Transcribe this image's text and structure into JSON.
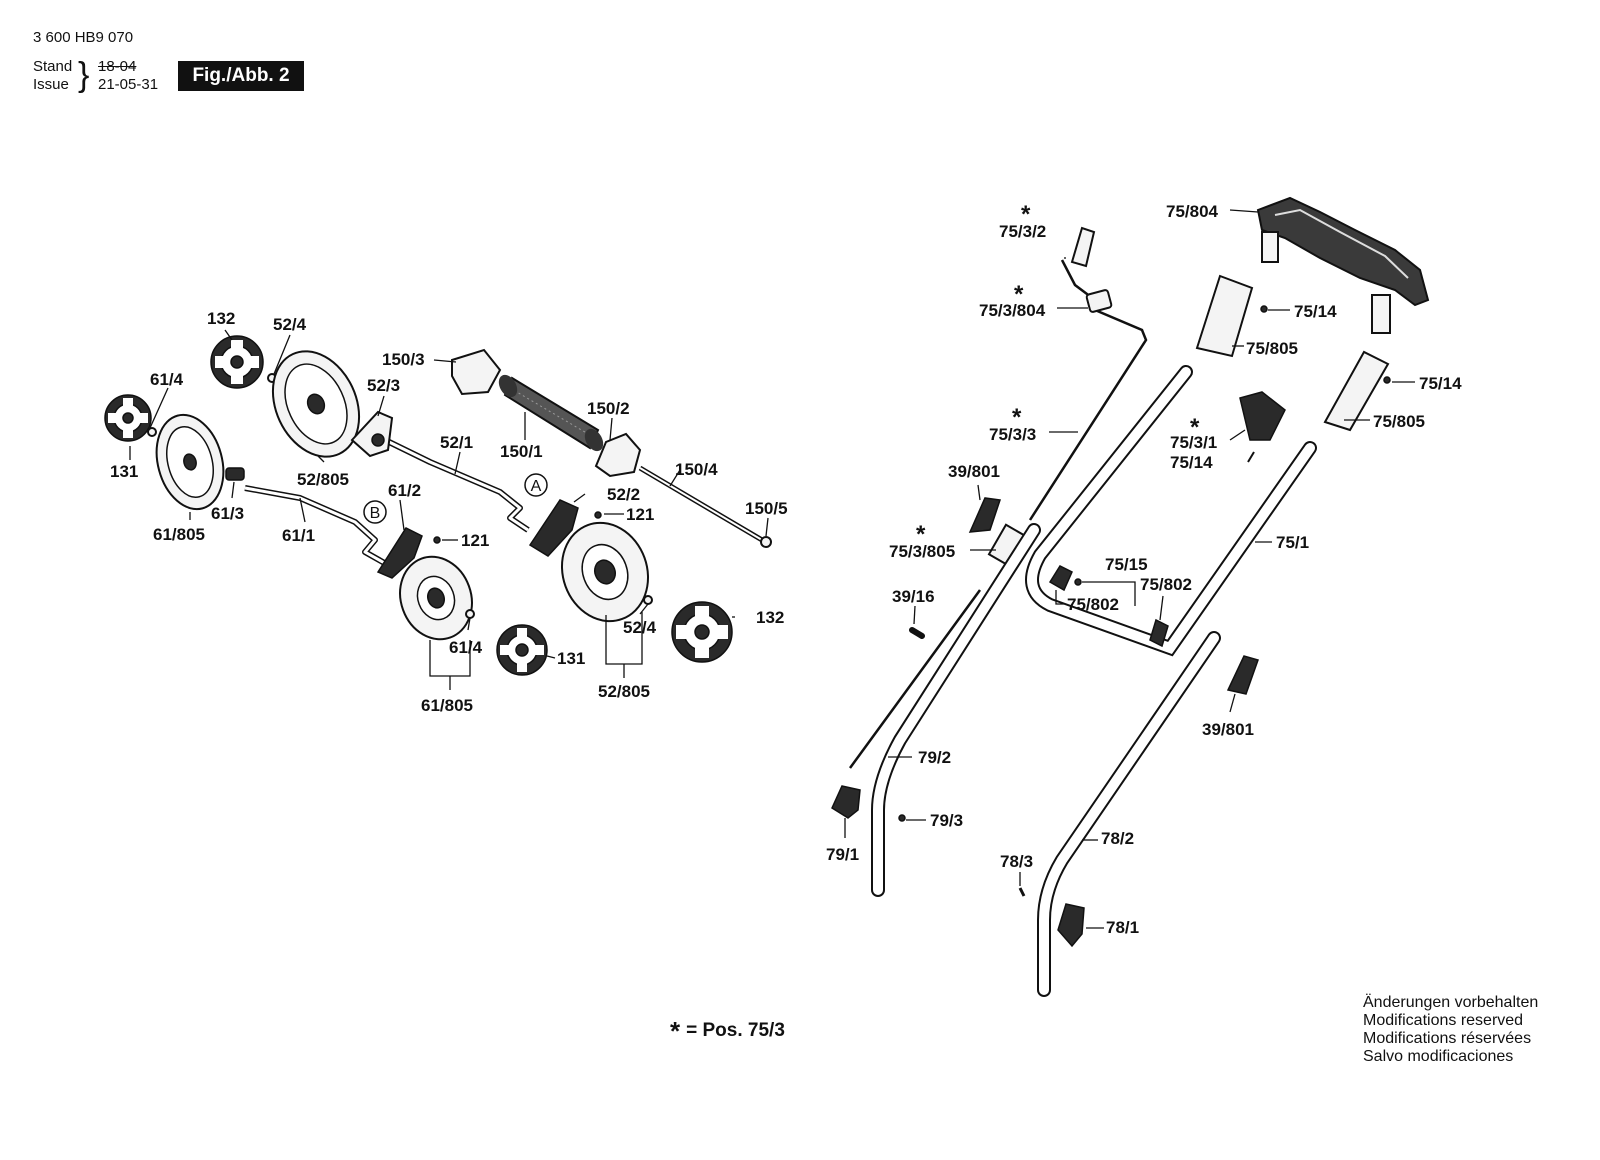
{
  "header": {
    "doc_number": "3 600 HB9 070",
    "stand_label": "Stand",
    "issue_label": "Issue",
    "old_date": "18-04",
    "issue_date": "21-05-31",
    "figure_label": "Fig./Abb. 2"
  },
  "callouts": {
    "c_132_top": "132",
    "c_52_4_top": "52/4",
    "c_61_4_left": "61/4",
    "c_131_left": "131",
    "c_61_805_left": "61/805",
    "c_61_3": "61/3",
    "c_52_805_top": "52/805",
    "c_52_3": "52/3",
    "c_150_3": "150/3",
    "c_150_1": "150/1",
    "c_150_2": "150/2",
    "c_52_1": "52/1",
    "c_150_4": "150/4",
    "c_150_5": "150/5",
    "c_52_2": "52/2",
    "c_121_a": "121",
    "c_61_2": "61/2",
    "c_121_b": "121",
    "c_61_1": "61/1",
    "c_132_bottom": "132",
    "c_52_4_bottom": "52/4",
    "c_61_4_bottom": "61/4",
    "c_131_bottom": "131",
    "c_61_805_bottom": "61/805",
    "c_52_805_bottom": "52/805",
    "c_75_3_2": "75/3/2",
    "c_75_3_804": "75/3/804",
    "c_75_804": "75/804",
    "c_75_14_a": "75/14",
    "c_75_805_a": "75/805",
    "c_75_14_b": "75/14",
    "c_75_805_b": "75/805",
    "c_75_3_1": "75/3/1",
    "c_75_14_c": "75/14",
    "c_75_3_3": "75/3/3",
    "c_39_801_a": "39/801",
    "c_75_3_805": "75/3/805",
    "c_75_1": "75/1",
    "c_75_15": "75/15",
    "c_75_802_a": "75/802",
    "c_75_802_b": "75/802",
    "c_39_16": "39/16",
    "c_39_801_b": "39/801",
    "c_79_2": "79/2",
    "c_79_3": "79/3",
    "c_79_1": "79/1",
    "c_78_2": "78/2",
    "c_78_3": "78/3",
    "c_78_1": "78/1"
  },
  "detail_markers": {
    "a": "A",
    "b": "B"
  },
  "star_symbol": "*",
  "legend": {
    "star": "*",
    "text": "= Pos. 75/3"
  },
  "modifications": [
    "Änderungen vorbehalten",
    "Modifications reserved",
    "Modifications réservées",
    "Salvo modificaciones"
  ]
}
